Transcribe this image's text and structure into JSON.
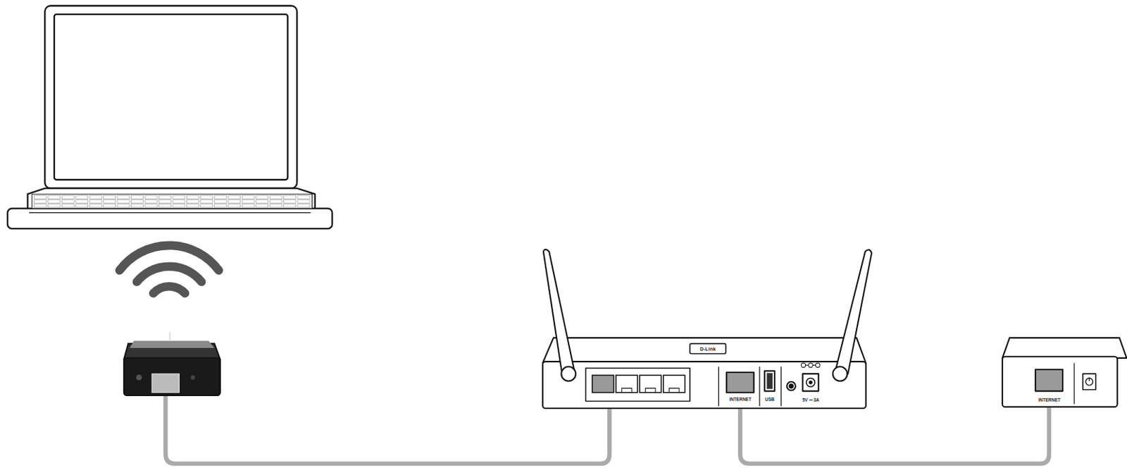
{
  "diagram": {
    "labels": [
      "D-Link",
      "INTERNET",
      "USB",
      "5V ⎓ 3A",
      "INTERNET"
    ]
  }
}
